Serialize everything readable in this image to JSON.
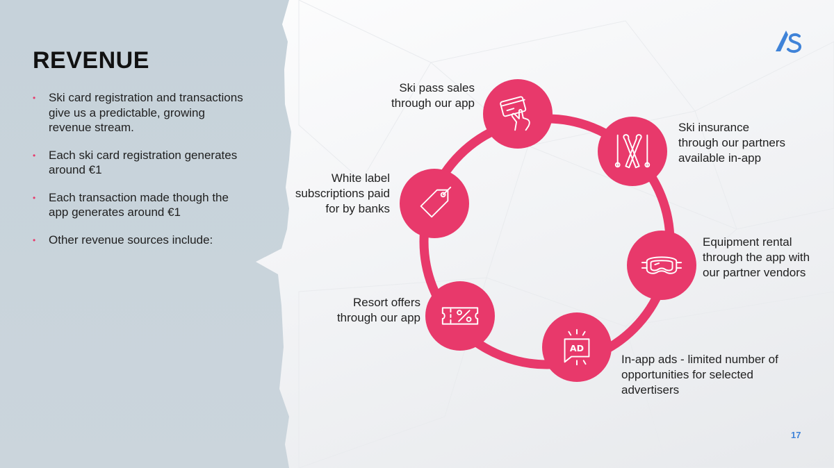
{
  "slide": {
    "title": "REVENUE",
    "bullets": [
      "Ski card registration and transactions give us a predictable, growing revenue stream.",
      "Each ski card registration generates around €1",
      "Each transaction made though the app generates around €1",
      "Other revenue sources  include:"
    ],
    "page_number": "17"
  },
  "cycle": {
    "items": [
      {
        "label": "Ski pass sales through our app",
        "icon": "credit-card-hand-icon"
      },
      {
        "label": "Ski insurance through our partners available in-app",
        "icon": "skis-poles-icon"
      },
      {
        "label": "Equipment rental through the app with our partner vendors",
        "icon": "ski-goggles-icon"
      },
      {
        "label": "In-app ads - limited number of opportunities for selected advertisers",
        "icon": "ad-bubble-icon"
      },
      {
        "label": "Resort offers through our app",
        "icon": "discount-ticket-icon"
      },
      {
        "label": "White label subscriptions paid for by banks",
        "icon": "price-tag-icon"
      }
    ]
  },
  "colors": {
    "accent": "#e8396b",
    "panel": "#c6d2da",
    "logo_blue": "#3f83d8"
  }
}
